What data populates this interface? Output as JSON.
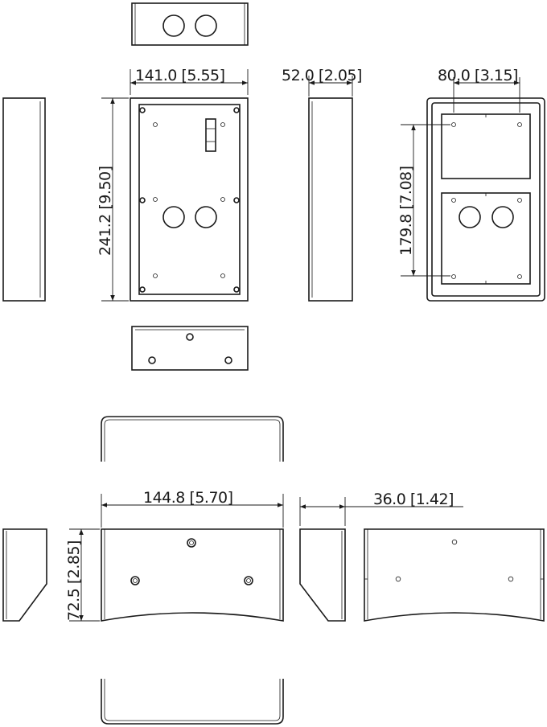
{
  "dimensions": {
    "top_width": "141.0  [5.55]",
    "top_height": "241.2  [9.50]",
    "side_depth": "52.0  [2.05]",
    "back_spacing": "80.0  [3.15]",
    "back_height": "179.8  [7.08]",
    "bracket_width": "144.8  [5.70]",
    "bracket_height": "72.5  [2.85]",
    "bracket_depth": "36.0  [1.42]"
  },
  "colors": {
    "line": "#1a1a1a",
    "background": "#ffffff"
  }
}
